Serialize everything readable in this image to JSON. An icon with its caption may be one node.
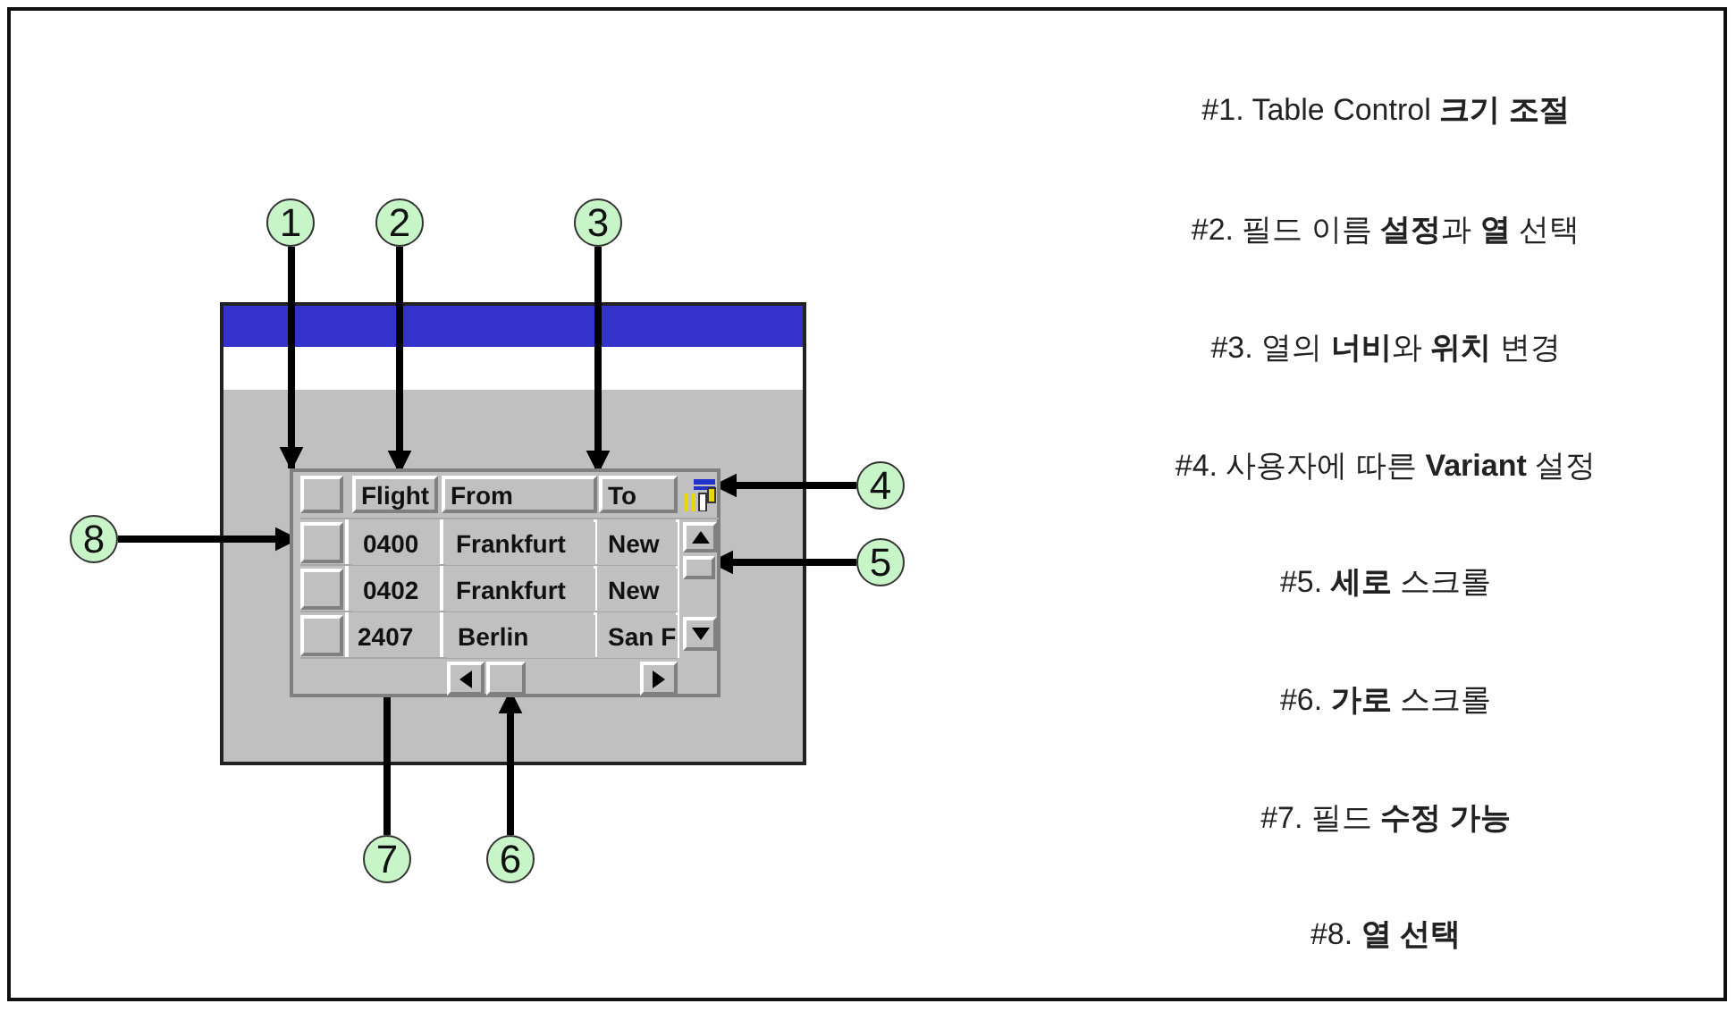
{
  "diagram": {
    "nodes": [
      {
        "text": [
          "1"
        ]
      },
      {
        "text": [
          "2"
        ]
      },
      {
        "text": [
          "3"
        ]
      },
      {
        "text": [
          "4"
        ]
      },
      {
        "text": [
          "5"
        ]
      },
      {
        "text": [
          "6"
        ]
      },
      {
        "text": [
          "7"
        ]
      },
      {
        "text": [
          "8"
        ]
      },
      {
        "text": [],
        "shape": "box"
      },
      {
        "text": [
          "Flight"
        ],
        "in": 8
      },
      {
        "text": [
          "To"
        ],
        "in": 8
      },
      {
        "text": [],
        "shape": "picture",
        "in": 8
      },
      {
        "text": [],
        "shape": "box",
        "in": 8
      },
      {
        "text": [],
        "shape": "box",
        "in": 8
      },
      {
        "text": [
          "2407"
        ],
        "in": 8
      },
      {
        "text": [],
        "shape": "box",
        "in": 8
      },
      {
        "text": [
          "From"
        ],
        "in": 8
      },
      {
        "text": [],
        "shape": "box",
        "in": 8
      },
      {
        "text": [],
        "shape": "box",
        "in": 8
      },
      {
        "text": [],
        "shape": "box",
        "in": 8
      },
      {
        "text": [],
        "shape": "box",
        "in": 8
      },
      {
        "text": [],
        "shape": "box",
        "in": 8
      },
      {
        "text": [],
        "shape": "box",
        "in": 8
      },
      {
        "text": [],
        "shape": "box",
        "in": 8
      }
    ],
    "edges": [
      {
        "from": 0,
        "to": 8,
        "arrow": "to"
      },
      {
        "from": 1,
        "to": 9,
        "arrow": "to"
      },
      {
        "from": 2,
        "to": 10,
        "arrow": "to"
      },
      {
        "from": 3,
        "to": 11,
        "arrow": "to"
      },
      {
        "from": 4,
        "to": 12,
        "arrow": "to"
      },
      {
        "from": 5,
        "to": 13,
        "arrow": "to"
      },
      {
        "from": 6,
        "to": 14,
        "arrow": "to"
      },
      {
        "from": 7,
        "to": 15,
        "arrow": "to"
      }
    ],
    "labels": [
      "0400",
      "Frankfurt",
      "New",
      "0402",
      "Frankfurt",
      "New",
      "Berlin",
      "San F",
      "#1. Table Control **크기 조절**",
      "#2. 필드 이름 **설정**과 **열** 선택",
      "#3. 열의 **너비**와 **위치** 변경",
      "#4. 사용자에 따른 **Variant** 설정",
      "#5. **세로** 스크롤",
      "#6. **가로** 스크롤",
      "#7. 필드 **수정 가능**",
      "#8. **열 선택**"
    ]
  }
}
